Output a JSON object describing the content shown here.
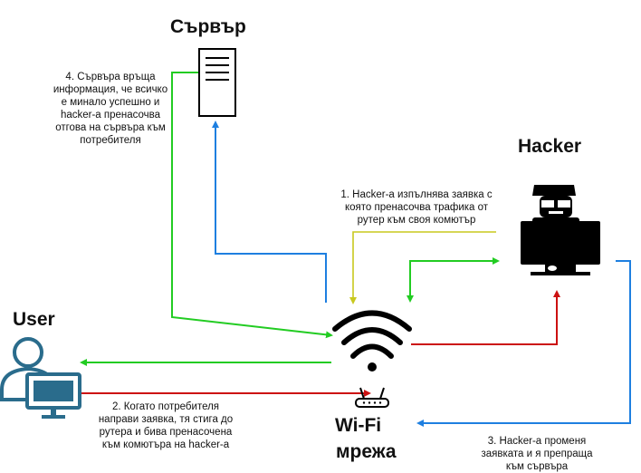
{
  "titles": {
    "server": "Сървър",
    "hacker": "Hacker",
    "user": "User",
    "wifi_line1": "Wi-Fi",
    "wifi_line2": "мрежа"
  },
  "steps": {
    "step1": "1. Hacker-a изпълнява заявка с\nкоято пренасочва трафика от\nрутер към своя комютър",
    "step2": "2. Когато потребителя\nнаправи заявка, тя стига до\nрутера и бива пренасочена\nкъм комютъра на hacker-a",
    "step3": "3. Hacker-a променя\nзаявката и я препраща\nкъм сървъра",
    "step4": "4. Сървъра връща\nинформация, че всичко\nе минало успешно и\nhacker-a пренасочва\nотгова на сървъра към\nпотребителя"
  },
  "colors": {
    "green": "#22cc22",
    "blue": "#1e7fe0",
    "red": "#cc1111",
    "yellow": "#c8c81e",
    "user_icon": "#2a6c8c",
    "ink": "#000000"
  },
  "icons": [
    "server-icon",
    "hacker-icon",
    "user-icon",
    "wifi-icon",
    "router-icon"
  ]
}
